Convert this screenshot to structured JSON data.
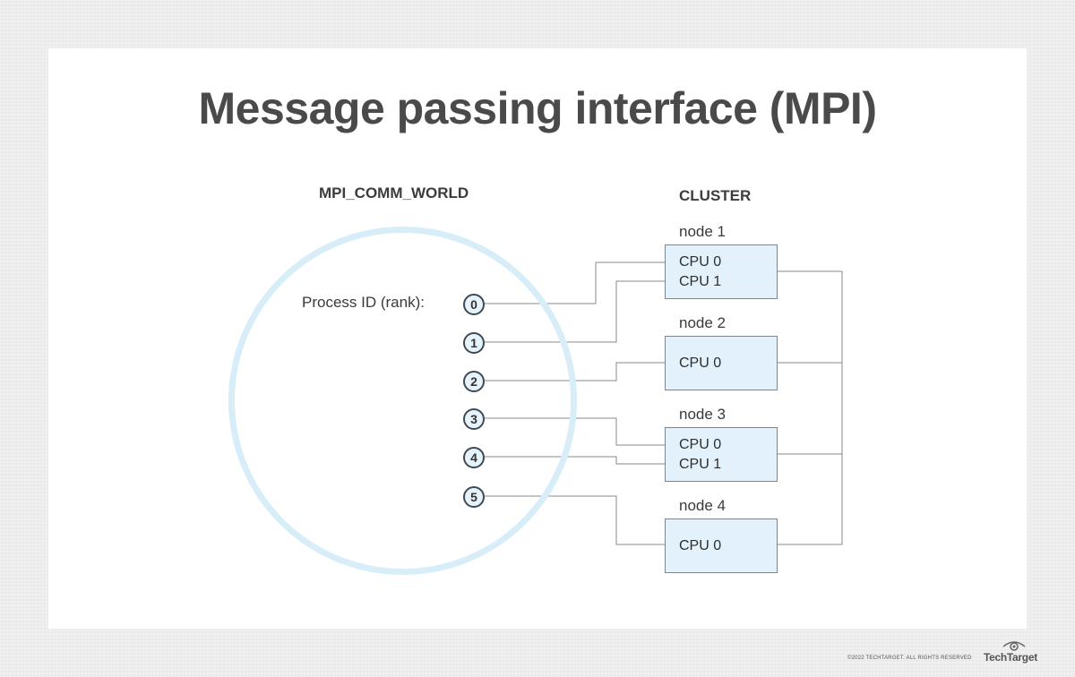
{
  "title": "Message passing interface (MPI)",
  "world": {
    "heading": "MPI_COMM_WORLD",
    "process_label": "Process ID (rank):",
    "ranks": [
      "0",
      "1",
      "2",
      "3",
      "4",
      "5"
    ]
  },
  "cluster": {
    "heading": "CLUSTER",
    "nodes": [
      {
        "label": "node 1",
        "cpus": [
          "CPU 0",
          "CPU 1"
        ]
      },
      {
        "label": "node 2",
        "cpus": [
          "CPU 0"
        ]
      },
      {
        "label": "node 3",
        "cpus": [
          "CPU 0",
          "CPU 1"
        ]
      },
      {
        "label": "node 4",
        "cpus": [
          "CPU 0"
        ]
      }
    ]
  },
  "footer": {
    "copyright": "©2022 TECHTARGET. ALL RIGHTS RESERVED",
    "brand": "TechTarget"
  },
  "colors": {
    "circle": "#d7edf8",
    "node_fill": "#e2f1fb",
    "line": "#8a8a8a"
  }
}
